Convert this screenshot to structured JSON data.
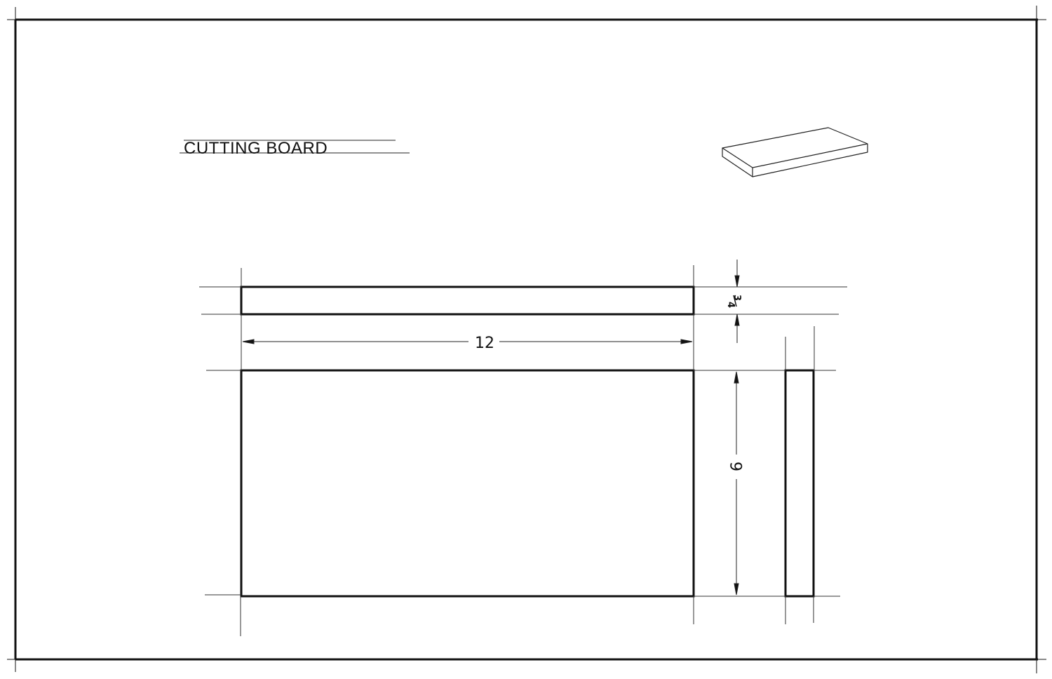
{
  "drawing": {
    "title": "CUTTING BOARD",
    "colors": {
      "ink": "#111111",
      "paper": "#ffffff"
    },
    "dimensions": {
      "length": "12",
      "width": "6",
      "thickness_numerator": "3",
      "thickness_denominator": "4",
      "thickness": "3/4"
    },
    "views": [
      "front-view",
      "top-view",
      "side-view",
      "isometric-view"
    ],
    "icons": [
      "arrowhead-icon",
      "isometric-board-icon"
    ]
  }
}
